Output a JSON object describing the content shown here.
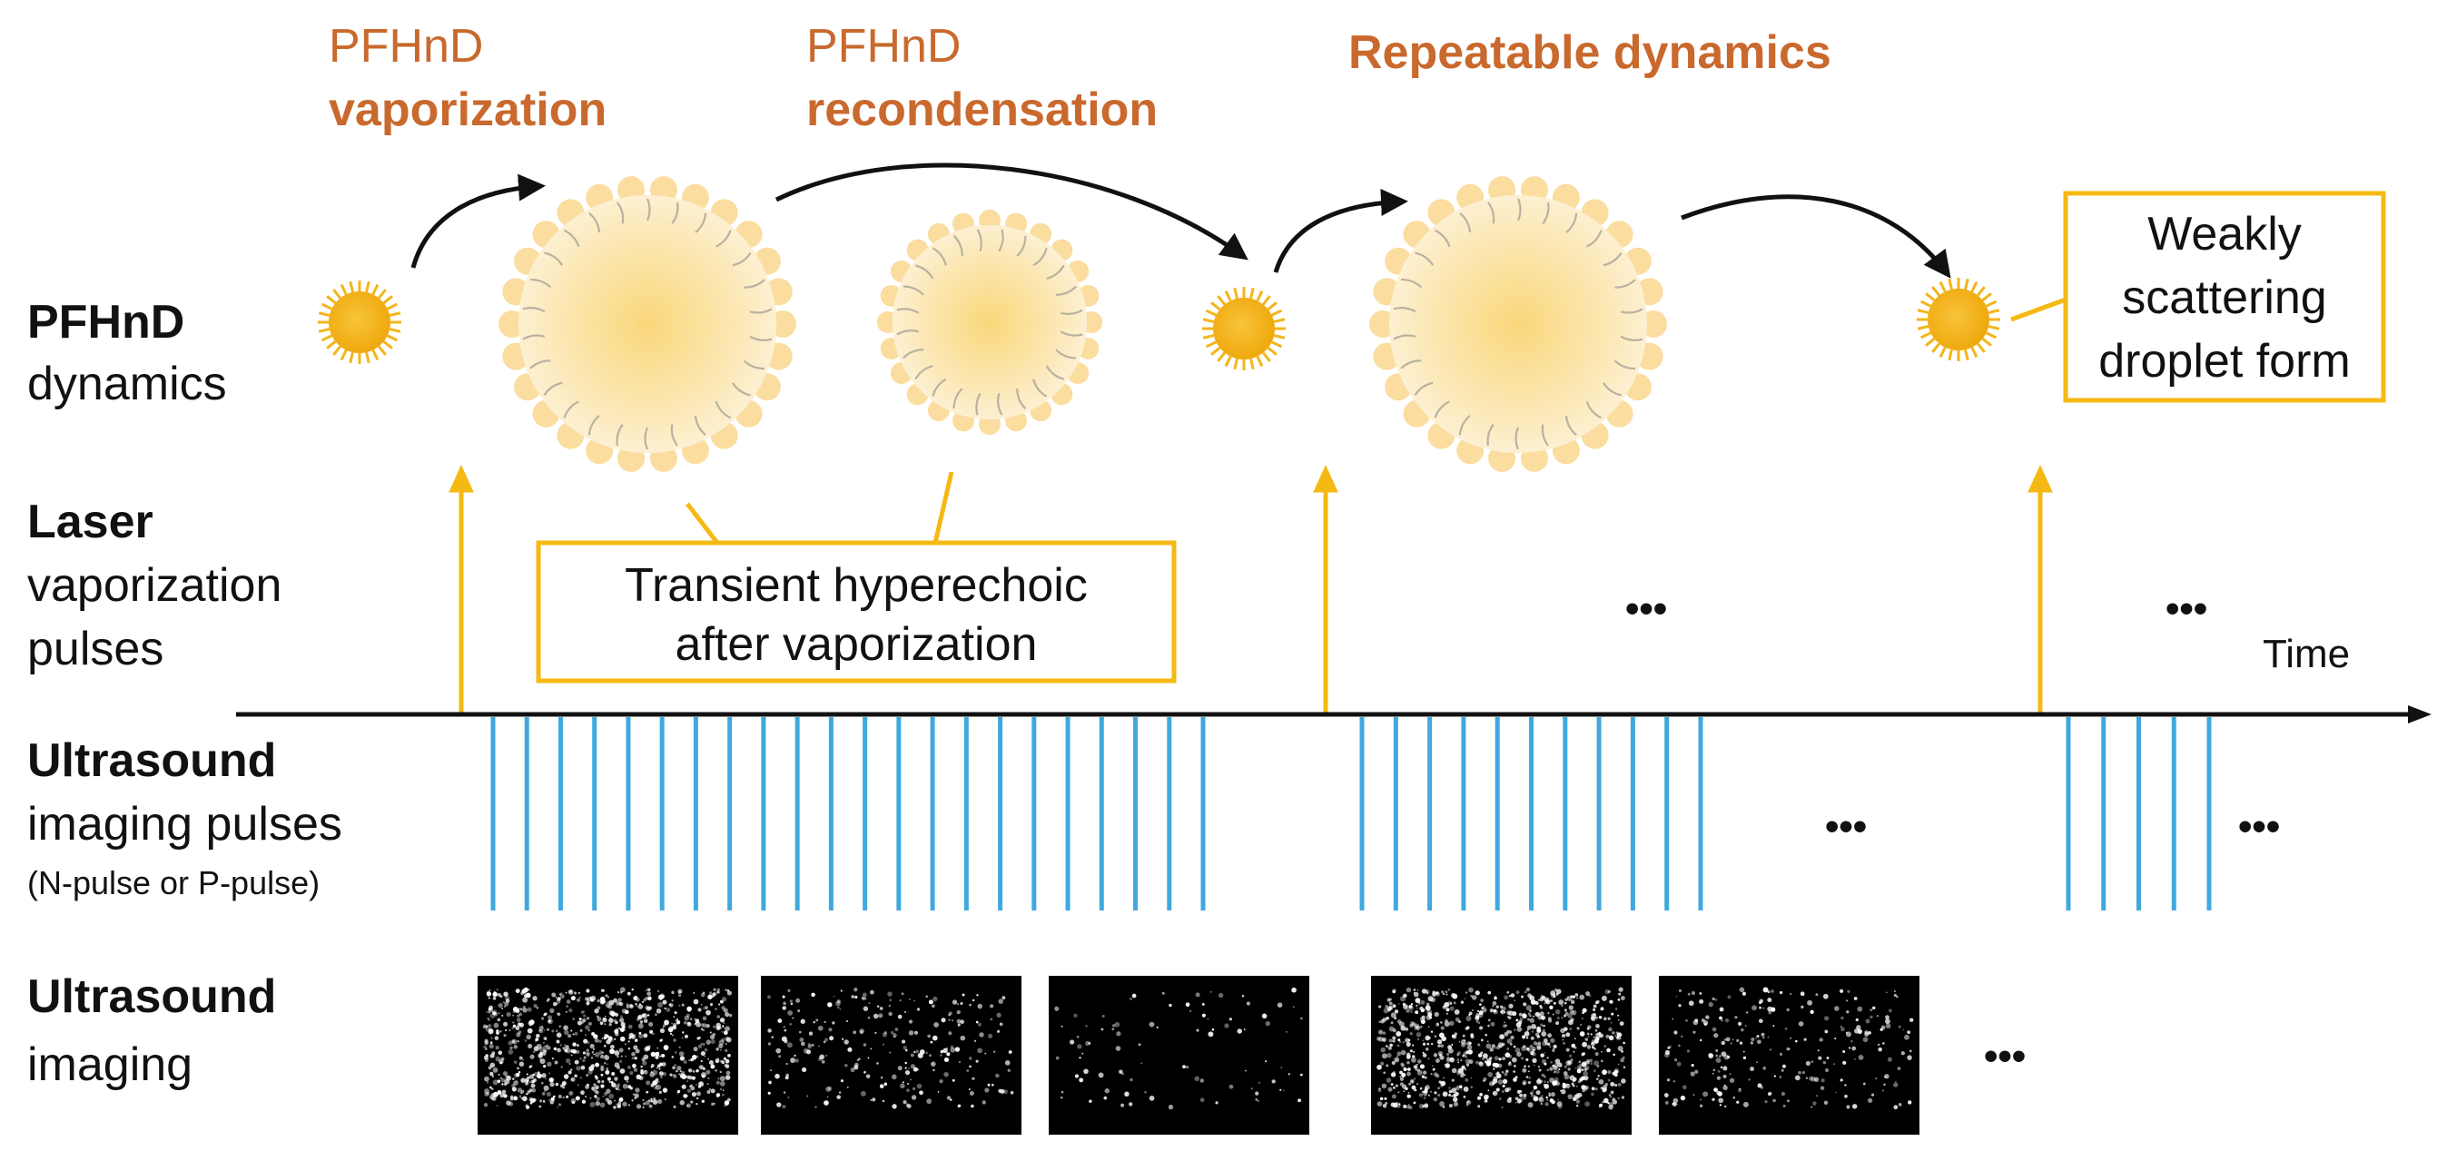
{
  "colors": {
    "accent_text": "#C9692D",
    "yellow": "#F5B914",
    "droplet_fill": "#F3B51A",
    "bubble_fill": "#FBE6AC",
    "lipid": "#FBD995",
    "pulse_blue": "#3FA9DF",
    "black": "#111111"
  },
  "stages": {
    "vaporization": {
      "line1": "PFHnD",
      "line2": "vaporization"
    },
    "recondensation": {
      "line1": "PFHnD",
      "line2": "recondensation"
    },
    "repeatable": "Repeatable dynamics"
  },
  "rows": {
    "dynamics": {
      "bold": "PFHnD",
      "rest": "dynamics"
    },
    "laser": {
      "bold": "Laser",
      "rest1": "vaporization",
      "rest2": "pulses"
    },
    "us_pulses": {
      "bold": "Ultrasound",
      "rest": "imaging pulses",
      "note": "(N-pulse or P-pulse)"
    },
    "us_imaging": {
      "bold": "Ultrasound",
      "rest": "imaging"
    }
  },
  "callouts": {
    "transient": {
      "line1": "Transient hyperechoic",
      "line2": "after vaporization"
    },
    "weak": {
      "line1": "Weakly",
      "line2": "scattering",
      "line3": "droplet form"
    }
  },
  "axis": {
    "label": "Time"
  },
  "ellipsis": "•••",
  "icons": {
    "droplet": "droplet-icon",
    "bubble": "bubble-icon",
    "arrow": "curved-arrow-icon",
    "us_image": "ultrasound-image-thumbnail"
  },
  "pulse_groups": [
    {
      "count": 22
    },
    {
      "count": 11
    },
    {
      "count": 5
    }
  ],
  "ultrasound_images": [
    {
      "brightness": "high"
    },
    {
      "brightness": "medium"
    },
    {
      "brightness": "low"
    },
    {
      "brightness": "high"
    },
    {
      "brightness": "medium"
    }
  ]
}
